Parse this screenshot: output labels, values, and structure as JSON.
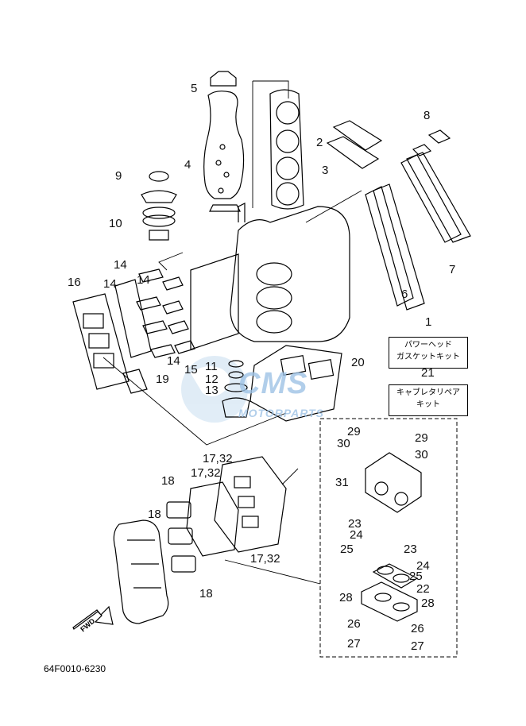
{
  "callouts": {
    "n1": "1",
    "n2": "2",
    "n3": "3",
    "n4": "4",
    "n5": "5",
    "n6": "6",
    "n7": "7",
    "n8": "8",
    "n9": "9",
    "n10": "10",
    "n11": "11",
    "n12": "12",
    "n13": "13",
    "n14a": "14",
    "n14b": "14",
    "n14c": "14",
    "n14d": "14",
    "n15": "15",
    "n16": "16",
    "n17_32a": "17,32",
    "n17_32b": "17,32",
    "n17_32c": "17,32",
    "n18a": "18",
    "n18b": "18",
    "n18c": "18",
    "n19": "19",
    "n20": "20",
    "n21": "21",
    "n22": "22",
    "n23a": "23",
    "n23b": "23",
    "n24a": "24",
    "n24b": "24",
    "n25a": "25",
    "n25b": "25",
    "n26a": "26",
    "n26b": "26",
    "n27a": "27",
    "n27b": "27",
    "n28a": "28",
    "n28b": "28",
    "n29a": "29",
    "n29b": "29",
    "n30a": "30",
    "n30b": "30",
    "n31": "31"
  },
  "kit_boxes": {
    "power_head": {
      "line1": "パワーヘッド",
      "line2": "ガスケットキット"
    },
    "carb_repair": {
      "line1": "キャブレタリペア",
      "line2": "キット"
    }
  },
  "fwd_label": "FWD",
  "doc_id": "64F0010-6230",
  "watermark": {
    "logo": "CMS",
    "text": "MOTORPARTS"
  }
}
